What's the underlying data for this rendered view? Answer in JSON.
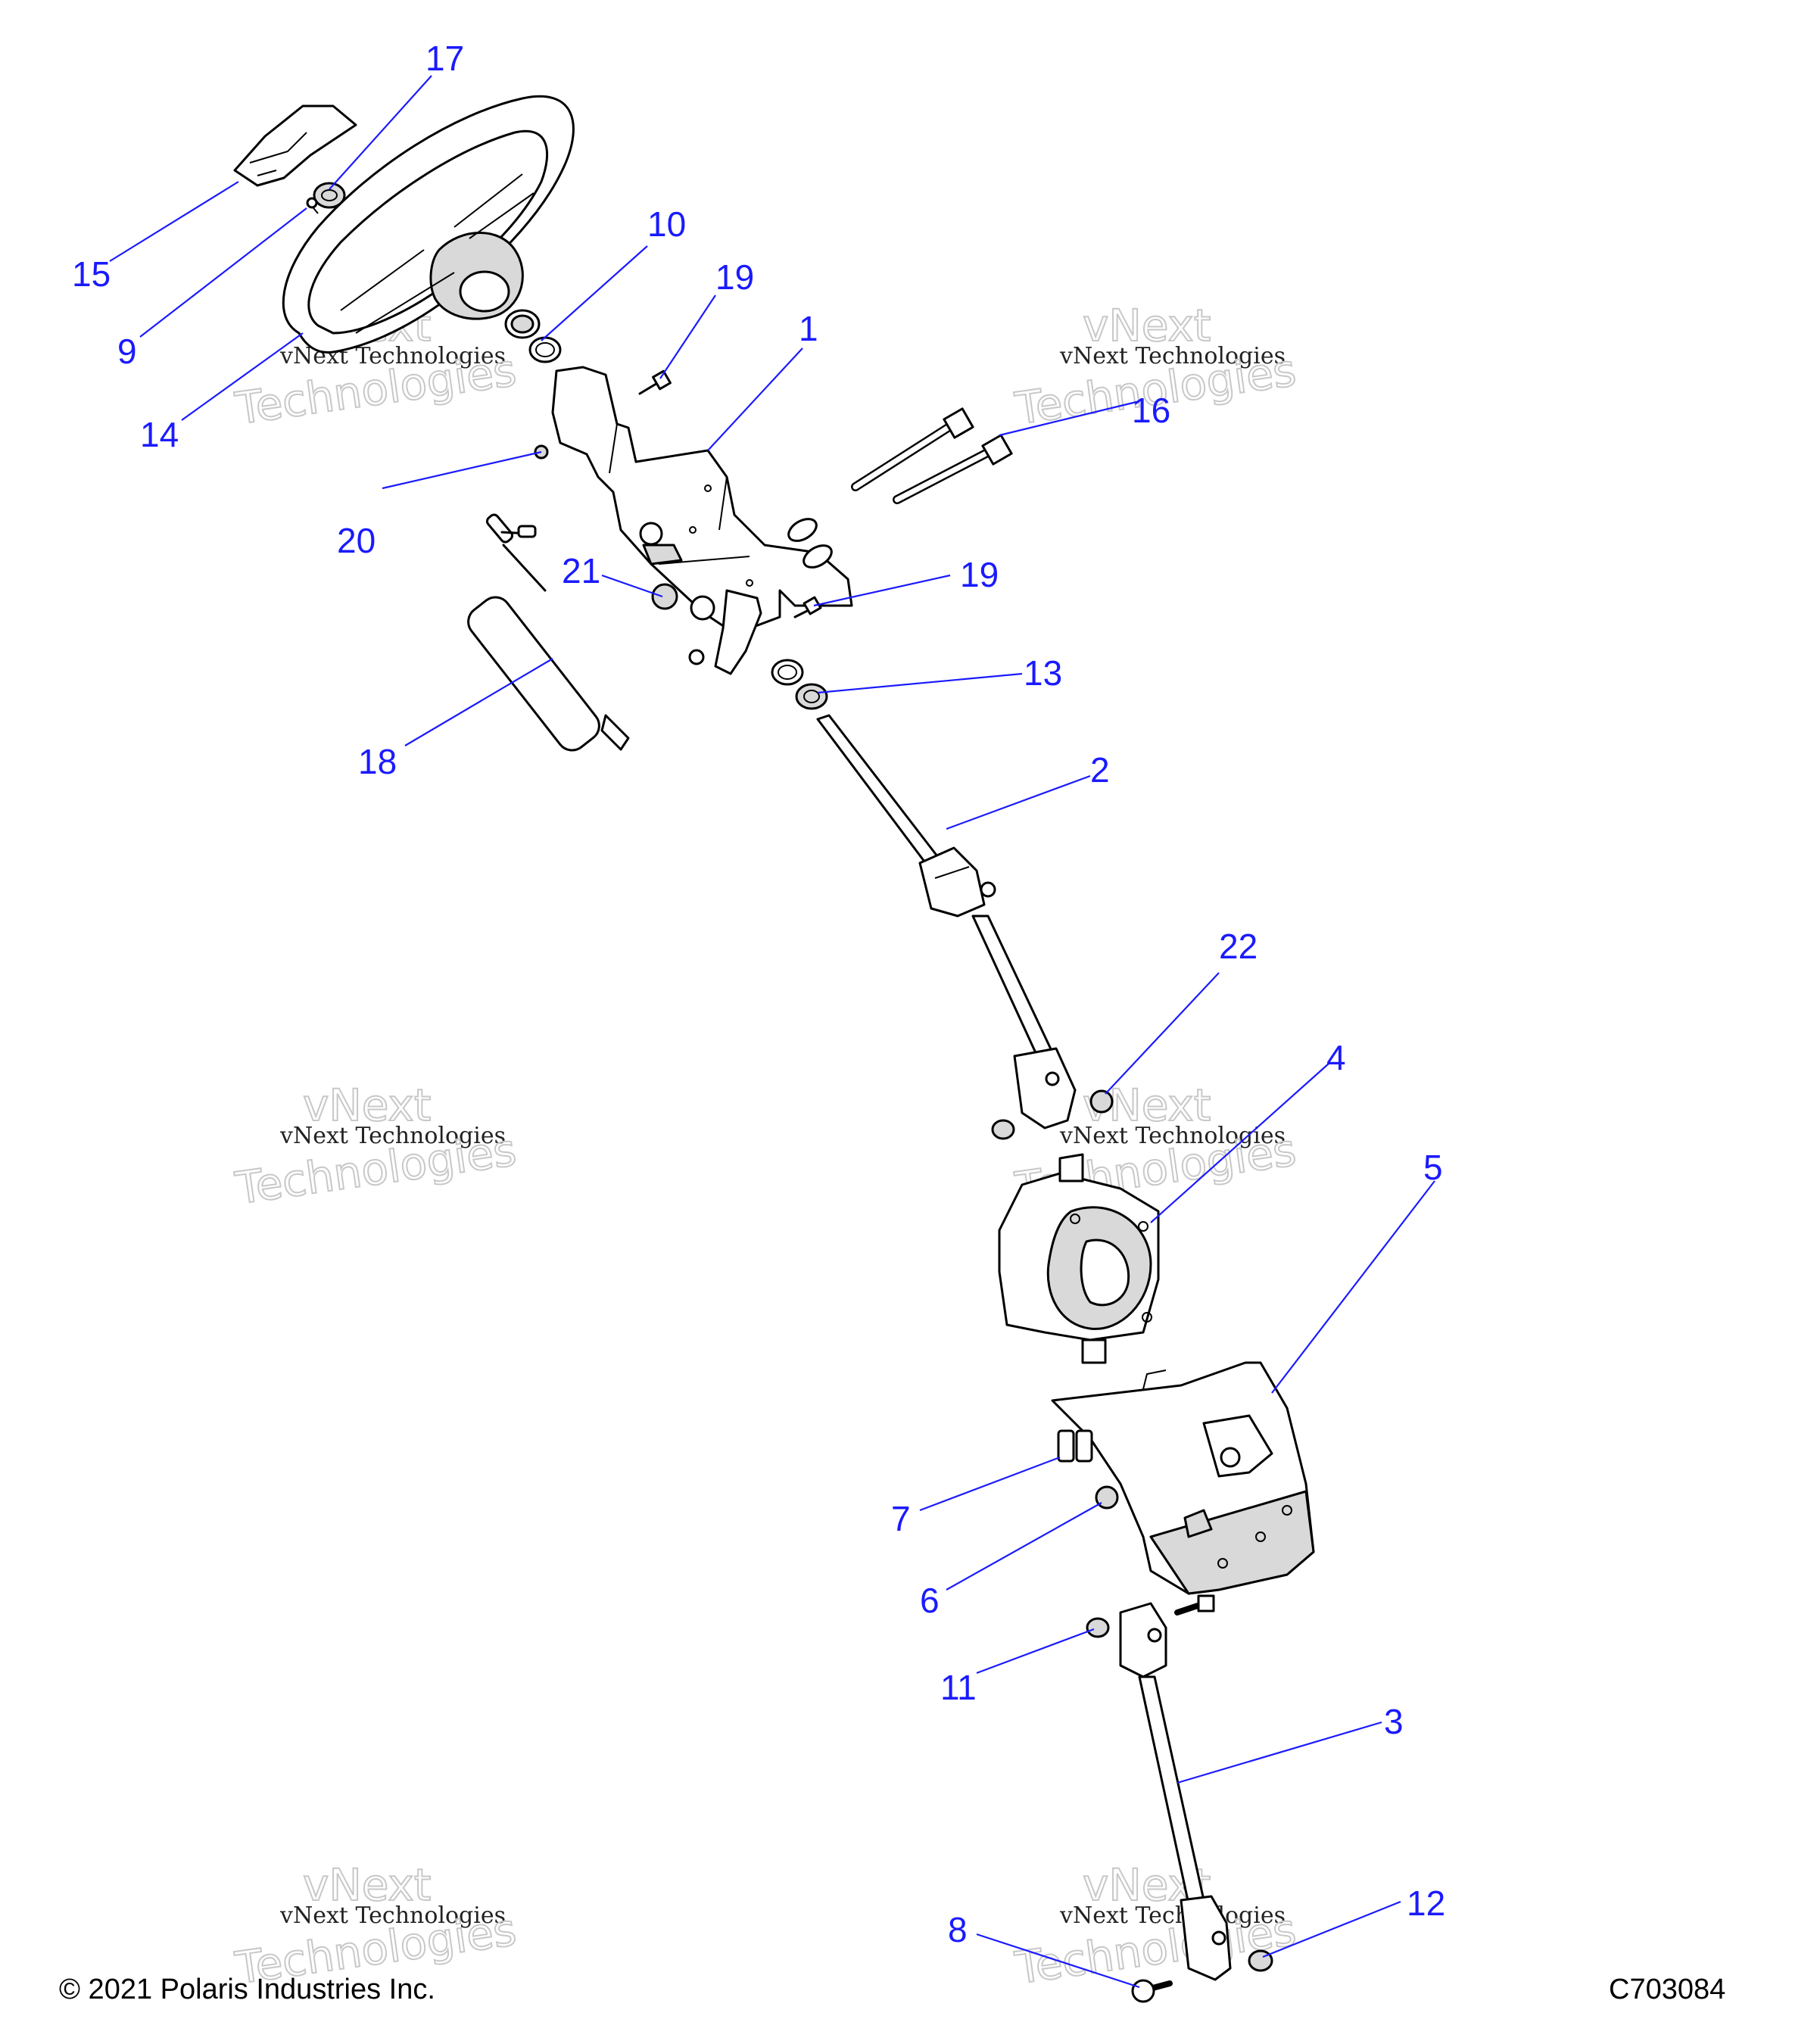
{
  "callouts": {
    "c1": "1",
    "c2": "2",
    "c3": "3",
    "c4": "4",
    "c5": "5",
    "c6": "6",
    "c7": "7",
    "c8": "8",
    "c9": "9",
    "c10": "10",
    "c11": "11",
    "c12": "12",
    "c13": "13",
    "c14": "14",
    "c15": "15",
    "c16": "16",
    "c17": "17",
    "c18": "18",
    "c19a": "19",
    "c19b": "19",
    "c20": "20",
    "c21": "21",
    "c22": "22"
  },
  "watermark": {
    "line_small": "vNext Technologies",
    "word_top": "vNext",
    "word_bottom": "Technologies"
  },
  "footer": {
    "copyright": "© 2021 Polaris Industries Inc.",
    "diagram_code": "C703084"
  },
  "colors": {
    "callout": "#1a1aff",
    "line_art": "#000000",
    "shading": "#d9d9d9",
    "watermark_outline": "#c8c8c8"
  }
}
